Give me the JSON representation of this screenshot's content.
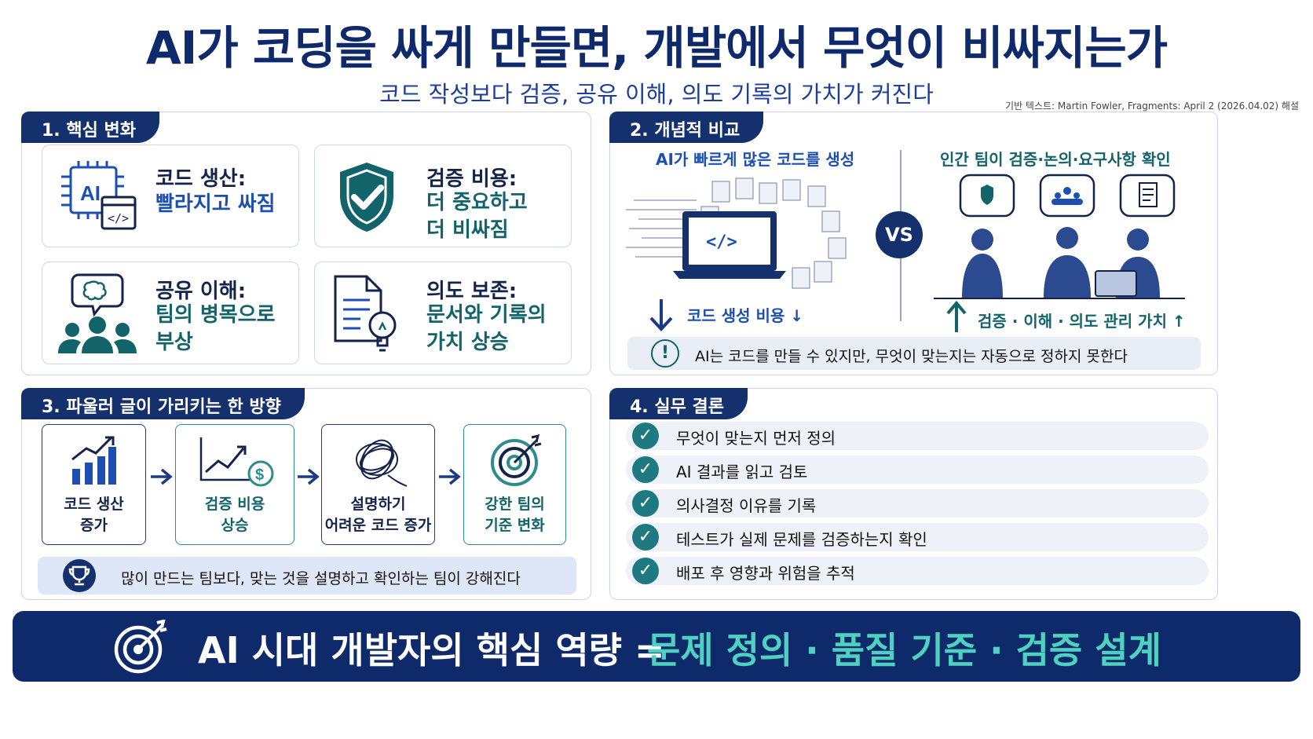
{
  "header": {
    "title": "AI가 코딩을 싸게 만들면, 개발에서 무엇이 비싸지는가",
    "subtitle": "코드 작성보다 검증, 공유 이해, 의도 기록의 가치가 커진다",
    "source": "기반 텍스트: Martin Fowler, Fragments: April 2 (2026.04.02) 해설"
  },
  "panel1": {
    "tag": "1. 핵심 변화",
    "cards": [
      {
        "icon": "ai-chip-code-icon",
        "title": "코드 생산:",
        "body": "빨라지고 싸짐"
      },
      {
        "icon": "shield-check-icon",
        "title": "검증 비용:",
        "body": "더 중요하고\n더 비싸짐"
      },
      {
        "icon": "team-brain-icon",
        "title": "공유 이해:",
        "body": "팀의 병목으로\n부상"
      },
      {
        "icon": "document-lightbulb-icon",
        "title": "의도 보존:",
        "body": "문서와 기록의\n가치 상승"
      }
    ]
  },
  "panel2": {
    "tag": "2. 개념적 비교",
    "left_heading": "AI가 빠르게 많은 코드를 생성",
    "right_heading": "인간 팀이 검증·논의·요구사항 확인",
    "vs": "VS",
    "left_caption": "코드 생성 비용 ↓",
    "right_caption": "검증 · 이해 · 의도 관리 가치 ↑",
    "note": "AI는 코드를 만들 수 있지만, 무엇이 맞는지는 자동으로 정하지 못한다"
  },
  "panel3": {
    "tag": "3. 파울러 글이 가리키는 한 방향",
    "steps": [
      {
        "icon": "growth-chart-icon",
        "line1": "코드 생산",
        "line2": "증가"
      },
      {
        "icon": "cost-rise-icon",
        "line1": "검증 비용",
        "line2": "상승"
      },
      {
        "icon": "tangle-icon",
        "line1": "설명하기",
        "line2": "어려운 코드 증가"
      },
      {
        "icon": "target-icon",
        "line1": "강한 팀의",
        "line2": "기준 변화"
      }
    ],
    "note": "많이 만드는 팀보다, 맞는 것을 설명하고 확인하는 팀이 강해진다"
  },
  "panel4": {
    "tag": "4. 실무 결론",
    "items": [
      "무엇이 맞는지 먼저 정의",
      "AI 결과를 읽고 검토",
      "의사결정 이유를 기록",
      "테스트가 실제 문제를 검증하는지 확인",
      "배포 후 영향과 위험을 추적"
    ]
  },
  "footer": {
    "lead": "AI 시대 개발자의 핵심 역량 =",
    "highlight": "문제 정의 · 품질 기준 · 검증 설계"
  },
  "colors": {
    "navy": "#0f2a6b",
    "blue": "#1d4fb0",
    "teal": "#13636b",
    "accent": "#4fd1c0"
  }
}
